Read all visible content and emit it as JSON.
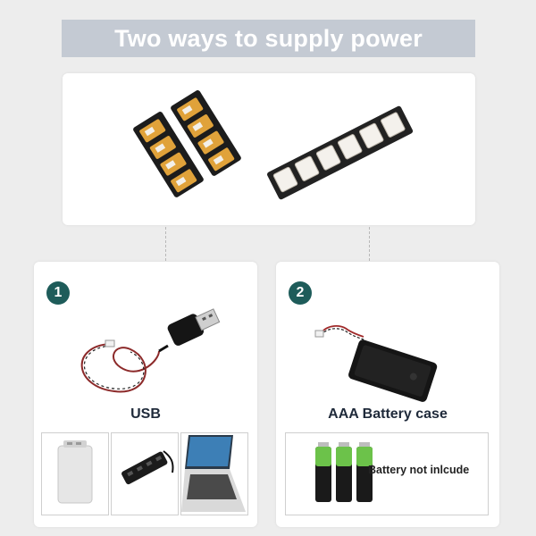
{
  "title": "Two ways to supply power",
  "options": [
    {
      "number": "1",
      "label": "USB"
    },
    {
      "number": "2",
      "label": "AAA Battery case"
    }
  ],
  "battery_note": "Battery not inlcude",
  "colors": {
    "banner": "#c4cad3",
    "badge": "#1e5c5a",
    "connector": "#e0a23a",
    "battery_green": "#6cc24a"
  }
}
